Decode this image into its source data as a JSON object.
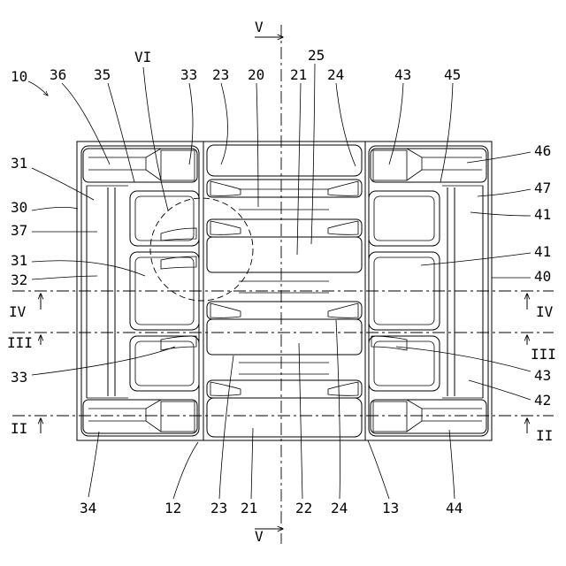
{
  "labels": {
    "n10": "10",
    "n36": "36",
    "n35": "35",
    "nVI": "VI",
    "n33a": "33",
    "n23a": "23",
    "n20": "20",
    "n21a": "21",
    "n25": "25",
    "n24a": "24",
    "n43a": "43",
    "n45": "45",
    "n31a": "31",
    "n30": "30",
    "n37": "37",
    "n31b": "31",
    "n32": "32",
    "n33b": "33",
    "n46": "46",
    "n47": "47",
    "n41a": "41",
    "n41b": "41",
    "n40": "40",
    "n43b": "43",
    "n42": "42",
    "n34": "34",
    "n12": "12",
    "n23b": "23",
    "n21b": "21",
    "n22": "22",
    "n24b": "24",
    "n13": "13",
    "n44": "44"
  },
  "sections": {
    "v_top": "V",
    "v_bottom": "V",
    "iv_left": "IV",
    "iv_right": "IV",
    "iii_left": "III",
    "iii_right": "III",
    "ii_left": "II",
    "ii_right": "II"
  }
}
